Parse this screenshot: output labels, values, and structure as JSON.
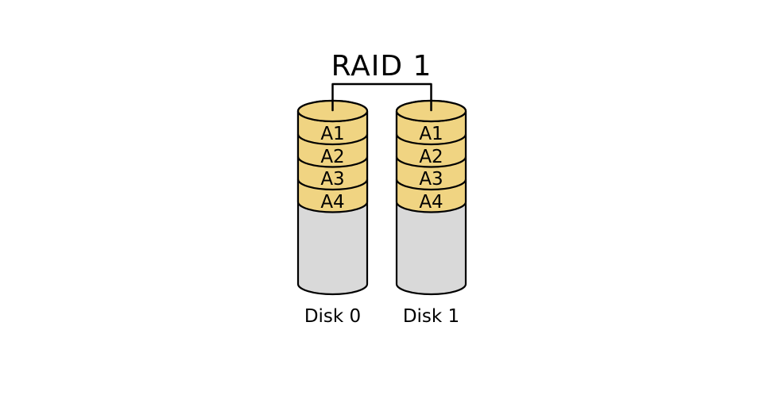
{
  "title": "RAID 1",
  "disks": [
    {
      "label": "Disk 0",
      "blocks": [
        "A1",
        "A2",
        "A3",
        "A4"
      ]
    },
    {
      "label": "Disk 1",
      "blocks": [
        "A1",
        "A2",
        "A3",
        "A4"
      ]
    }
  ],
  "colors": {
    "block_fill": "#f0d482",
    "body_fill": "#d9d9d9",
    "outline": "#000000",
    "text": "#000000",
    "background": "#ffffff"
  }
}
